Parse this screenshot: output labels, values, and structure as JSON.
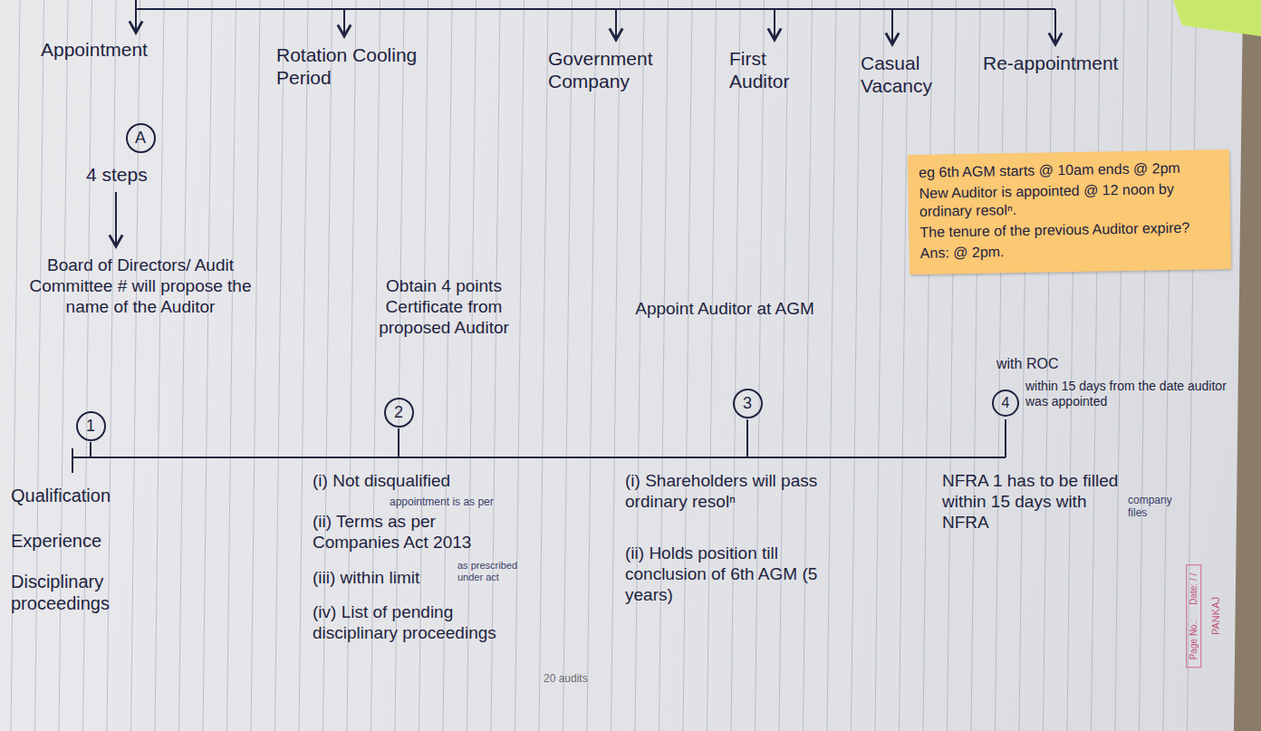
{
  "diagram": {
    "nodes": [
      {
        "text": [
          "A"
        ]
      },
      {
        "text": [
          "eg 6th AGM starts @ 10am ends @ 2pm",
          "New Auditor is appointed @ 12 noon by ordinary resolⁿ.",
          "The tenure of the previous Auditor expire?",
          "Ans: @ 2pm."
        ]
      },
      {
        "text": [
          "1"
        ]
      },
      {
        "text": [
          "2"
        ]
      },
      {
        "text": [
          "3"
        ]
      },
      {
        "text": [
          "4"
        ]
      },
      {
        "text": [
          "Page No.:",
          "Date: / /"
        ]
      }
    ],
    "labels": [
      "Appointment",
      "Rotation Cooling Period",
      "Government Company",
      "First Auditor",
      "Casual Vacancy",
      "Re-appointment",
      "4 steps",
      "Board of Directors/ Audit Committee # will propose the name of the Auditor",
      "Obtain 4 points Certificate from proposed Auditor",
      "Appoint Auditor at AGM",
      "with ROC",
      "within 15 days from the date auditor was appointed",
      "Qualification",
      "Experience",
      "Disciplinary proceedings",
      "(i) Not disqualified",
      "appointment is as per",
      "(ii) Terms as per Companies Act 2013",
      "(iii) within limit",
      "as prescribed under act",
      "(iv) List of pending disciplinary proceedings",
      "20 audits",
      "(i) Shareholders will pass ordinary resolⁿ",
      "(ii) Holds position till conclusion of 6th AGM (5 years)",
      "NFRA 1 has to be filled within 15 days with NFRA",
      "company files",
      "PANKAJ"
    ]
  }
}
